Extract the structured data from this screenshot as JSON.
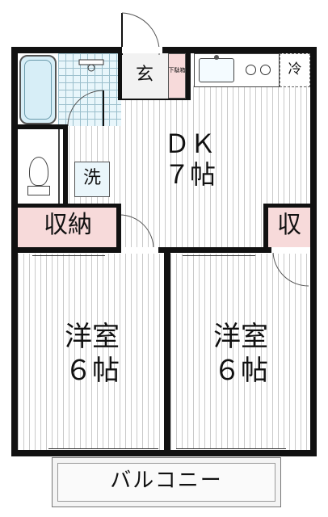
{
  "rooms": {
    "dk_name": "ＤＫ",
    "dk_size": "７帖",
    "western1_name": "洋室",
    "western1_size": "６帖",
    "western2_name": "洋室",
    "western2_size": "６帖"
  },
  "storage": {
    "large": "収納",
    "small": "収"
  },
  "fixtures": {
    "entrance": "玄",
    "shoe_box": "下駄箱",
    "washer": "洗",
    "fridge": "冷"
  },
  "balcony": "バルコニー",
  "colors": {
    "wall": "#111111",
    "storage_fill": "#f7dada",
    "tile_fill": "#e8f6fb",
    "floor_line": "#c9c9c9"
  }
}
